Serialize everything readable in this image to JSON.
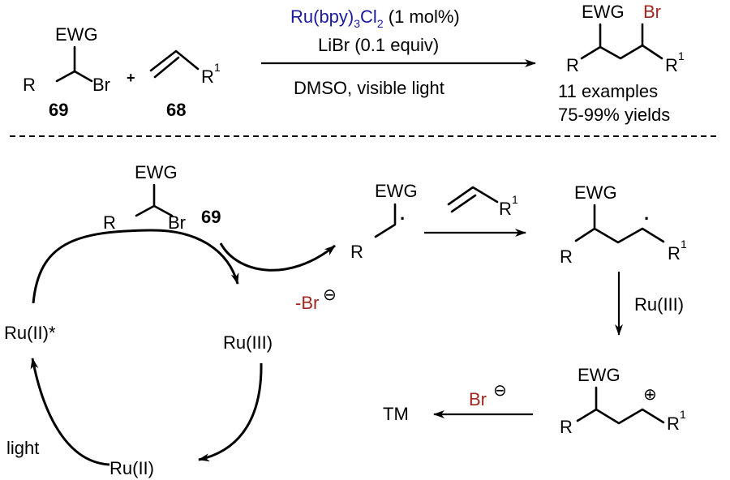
{
  "colors": {
    "catalyst_blue": "#1a1aa0",
    "bromide_red": "#a0281e",
    "ink": "#000000"
  },
  "reaction": {
    "substrate_69": {
      "ewg": "EWG",
      "r": "R",
      "br": "Br",
      "number": "69"
    },
    "plus": "+",
    "alkene_68": {
      "r": "R",
      "r_superscript": "1",
      "number": "68"
    },
    "conditions": {
      "catalyst_main": "Ru(bpy)",
      "catalyst_sub": "3",
      "catalyst_cl": "Cl",
      "catalyst_cl_sub": "2",
      "catalyst_loading": " (1 mol%)",
      "additive": "LiBr (0.1 equiv)",
      "solvent_light": "DMSO, visible light"
    },
    "product": {
      "ewg": "EWG",
      "br": "Br",
      "r": "R",
      "r1": "R",
      "r1_superscript": "1",
      "examples": "11 examples",
      "yields": "75-99% yields"
    }
  },
  "mechanism": {
    "substrate": {
      "ewg": "EWG",
      "r": "R",
      "br": "Br",
      "number": "69"
    },
    "ru_excited": "Ru(II)*",
    "ru_III_cycle": "Ru(III)",
    "ru_II": "Ru(II)",
    "light": "light",
    "bromide_loss": "-Br",
    "bromide_charge": "⊖",
    "radical": {
      "ewg": "EWG",
      "r": "R",
      "dot": "·"
    },
    "alkene": {
      "r": "R",
      "r_superscript": "1"
    },
    "adduct_radical": {
      "ewg": "EWG",
      "r": "R",
      "r1": "R",
      "r1_superscript": "1",
      "dot": "·"
    },
    "oxidant": "Ru(III)",
    "cation": {
      "ewg": "EWG",
      "r": "R",
      "r1": "R",
      "r1_superscript": "1",
      "charge": "⊕"
    },
    "bromide": "Br",
    "bromide_anion_charge": "⊖",
    "target": "TM"
  }
}
